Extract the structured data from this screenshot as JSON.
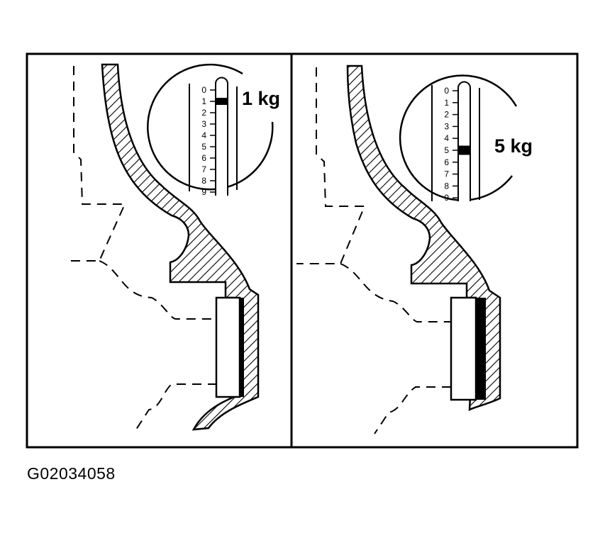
{
  "panels": [
    {
      "weight_label": "1 kg",
      "gauge_value": 1,
      "gauge_ticks": [
        "0",
        "1",
        "2",
        "3",
        "4",
        "5",
        "6",
        "7",
        "8",
        "9"
      ]
    },
    {
      "weight_label": "5 kg",
      "gauge_value": 5,
      "gauge_ticks": [
        "0",
        "1",
        "2",
        "3",
        "4",
        "5",
        "6",
        "7",
        "8",
        "9"
      ]
    }
  ],
  "caption": "G02034058"
}
